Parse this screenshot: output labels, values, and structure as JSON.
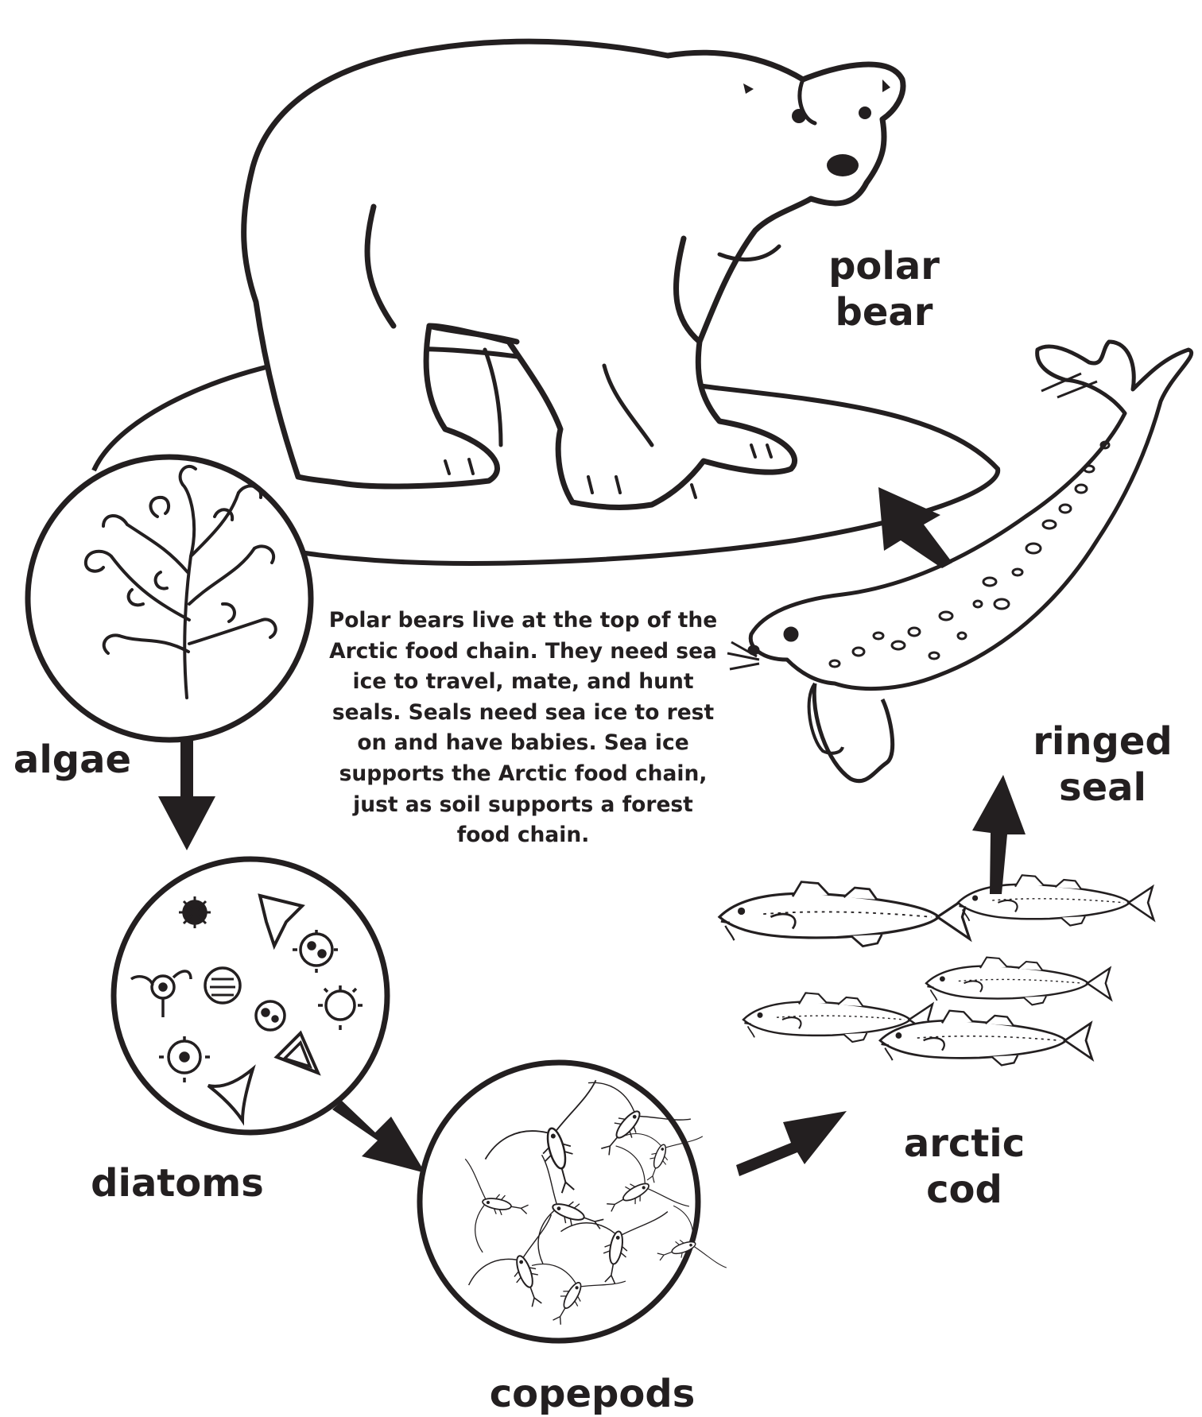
{
  "labels": {
    "polar_bear": [
      "polar",
      "bear"
    ],
    "ringed_seal": [
      "ringed",
      "seal"
    ],
    "algae": "algae",
    "diatoms": "diatoms",
    "copepods": "copepods",
    "arctic_cod": [
      "arctic",
      "cod"
    ]
  },
  "description": "Polar bears live at the top of the Arctic food chain. They need sea ice to travel, mate, and hunt seals. Seals need sea ice to rest on and have babies. Sea ice supports the Arctic food chain, just as soil supports a forest food chain.",
  "colors": {
    "ink": "#231f20",
    "background": "#ffffff"
  },
  "icons": [
    "polar-bear-icon",
    "ice-floe-icon",
    "ringed-seal-icon",
    "algae-icon",
    "diatoms-icon",
    "copepods-icon",
    "arctic-cod-icon",
    "arrow-icon"
  ]
}
